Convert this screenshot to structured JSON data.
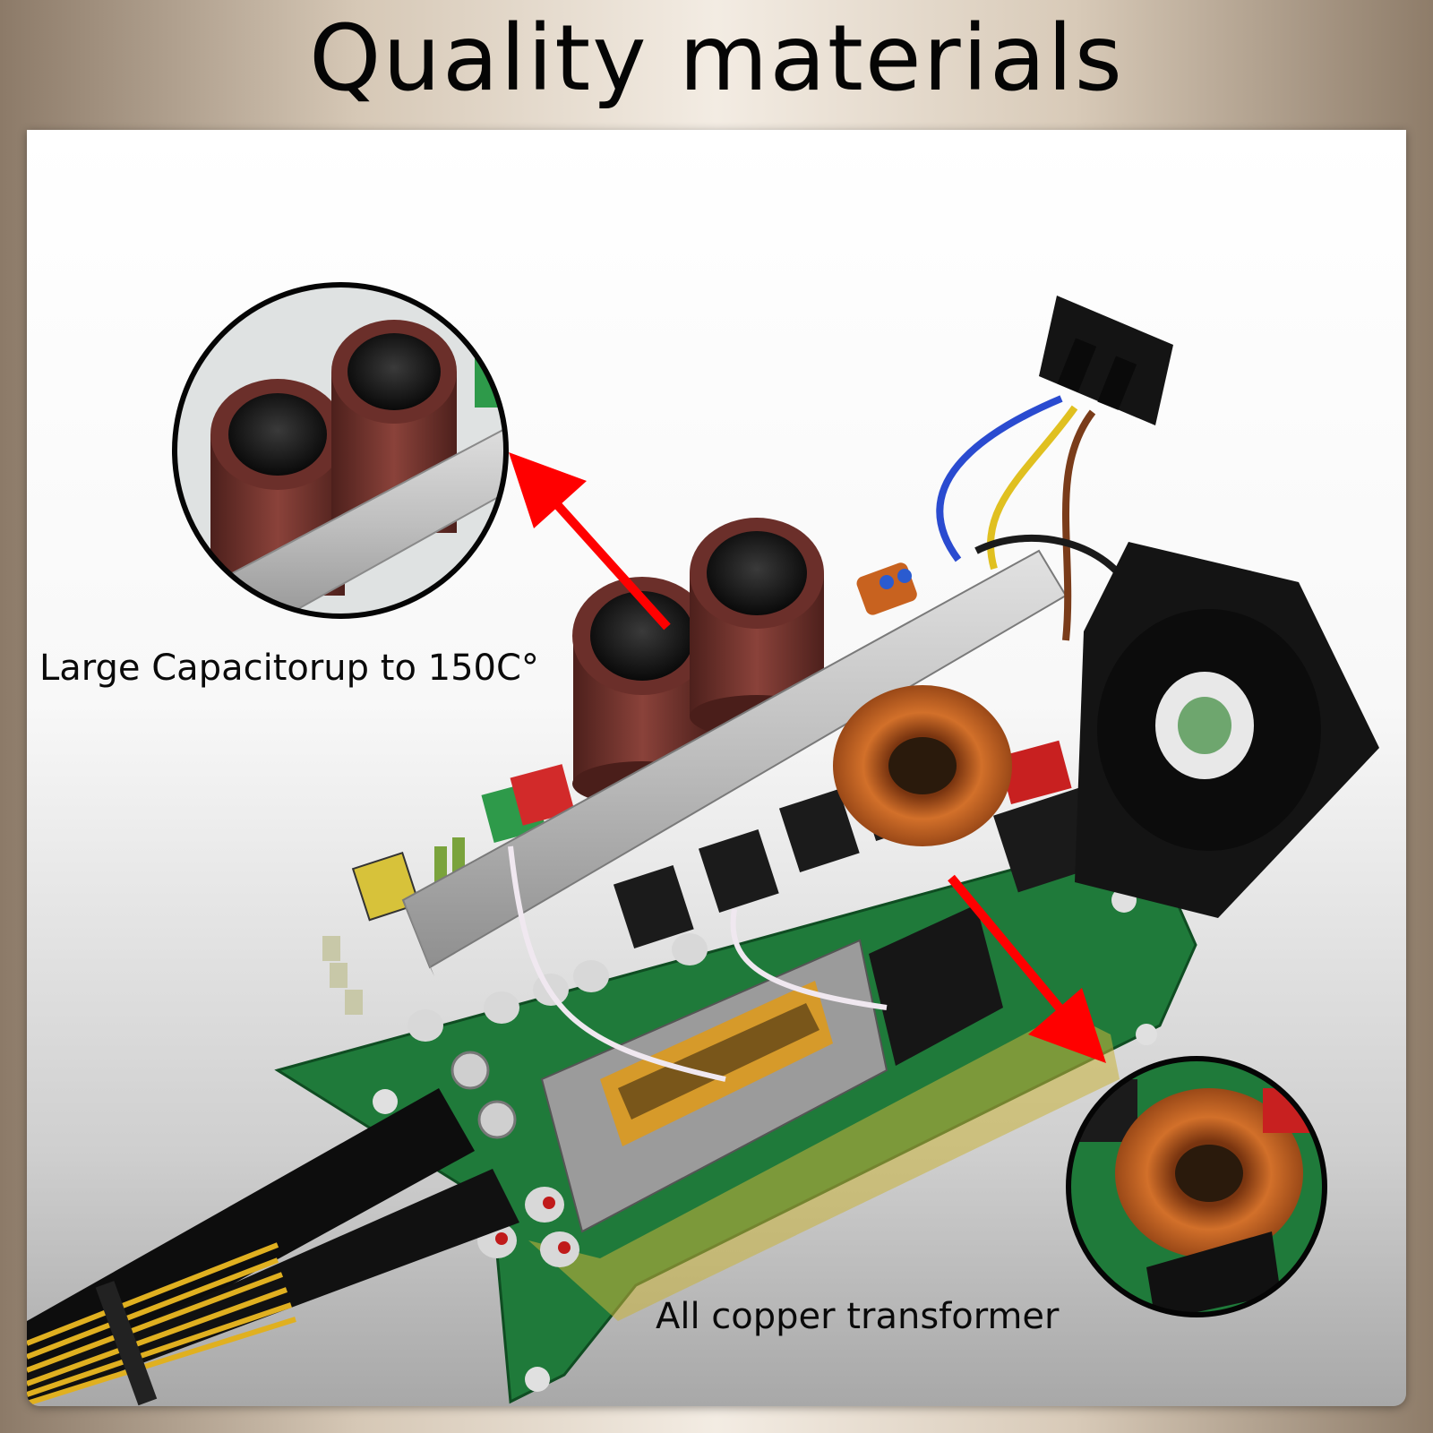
{
  "header": {
    "title": "Quality materials"
  },
  "captions": {
    "capacitor": "Large Capacitorup to 150C°",
    "transformer": "All copper transformer"
  },
  "colors": {
    "header_band": "#d6c8b6",
    "arrow": "#ff0000",
    "pcb_green": "#1f7a3a",
    "capacitor_brown": "#6b2f2a",
    "copper": "#c8621f",
    "fan_black": "#141414"
  }
}
